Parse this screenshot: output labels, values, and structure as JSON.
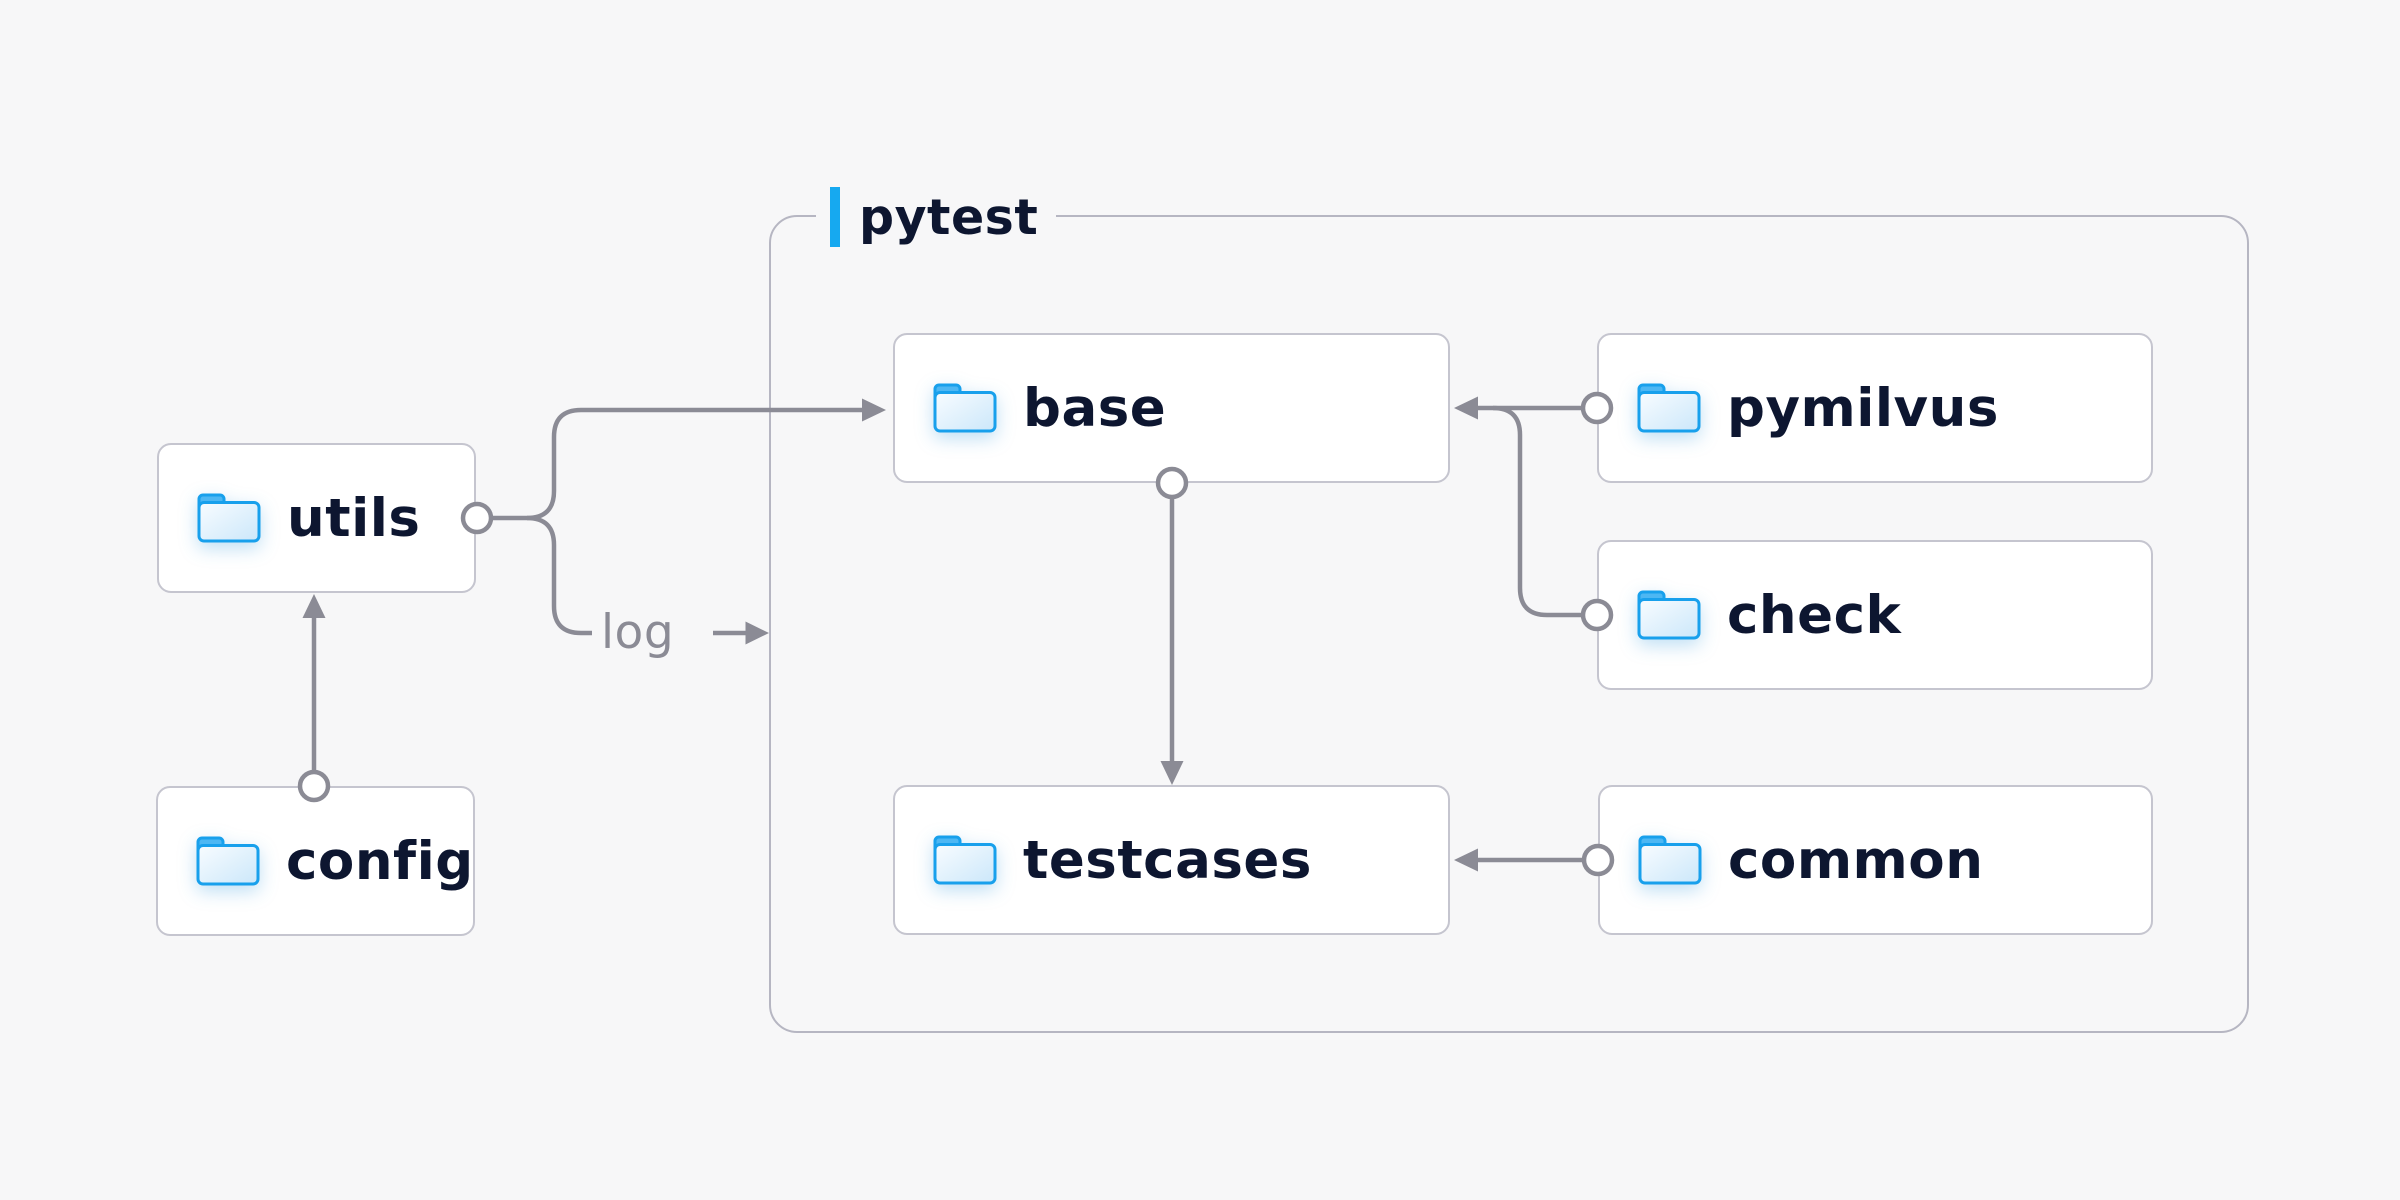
{
  "diagram": {
    "container": {
      "label": "pytest"
    },
    "nodes": {
      "utils": {
        "label": "utils"
      },
      "config": {
        "label": "config"
      },
      "base": {
        "label": "base"
      },
      "pymilvus": {
        "label": "pymilvus"
      },
      "check": {
        "label": "check"
      },
      "testcases": {
        "label": "testcases"
      },
      "common": {
        "label": "common"
      }
    },
    "edges": {
      "log_label": "log",
      "relations": [
        "config -> utils",
        "utils -> base",
        "utils -> log",
        "pymilvus -> base",
        "check -> base",
        "base -> testcases",
        "common -> testcases"
      ]
    },
    "colors": {
      "background": "#f7f7f8",
      "node_fill": "#ffffff",
      "node_border": "#c5c5cf",
      "container_border": "#b6b6c2",
      "text": "#0d1630",
      "connector": "#8b8b95",
      "muted_label": "#8b8b95",
      "accent_blue": "#16a9f0",
      "folder_outline": "#18a0ec",
      "folder_tab": "#4db7f3"
    }
  }
}
